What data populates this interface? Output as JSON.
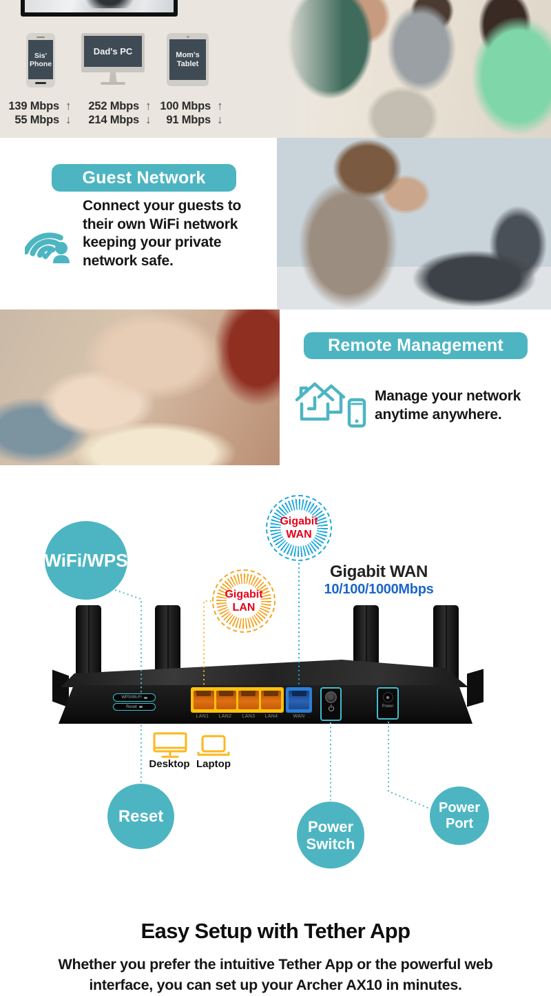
{
  "colors": {
    "teal": "#4db5c2",
    "badge_blue": "#1ba7dd",
    "badge_orange": "#f6a21e",
    "badge_red": "#e50019",
    "port_yellow": "#ffc20e",
    "wan_blue": "#2b7ed6",
    "speed_blue": "#1b66c9",
    "beige_bg": "#eae6df"
  },
  "speed_section": {
    "up_arrow": "↑",
    "down_arrow": "↓",
    "devices": [
      {
        "label": "Sis' Phone",
        "up": "139 Mbps",
        "down": "55 Mbps"
      },
      {
        "label": "Dad's PC",
        "up": "252 Mbps",
        "down": "214 Mbps"
      },
      {
        "label": "Mom's Tablet",
        "up": "100 Mbps",
        "down": "91 Mbps"
      }
    ]
  },
  "guest_network": {
    "title": "Guest Network",
    "description": "Connect your guests to their own WiFi network keeping your private network safe."
  },
  "remote_management": {
    "title": "Remote Management",
    "description": "Manage your network anytime anywhere."
  },
  "router": {
    "callouts": {
      "wifi_wps": "WiFi/WPS",
      "wan_badge": [
        "Gigabit",
        "WAN"
      ],
      "lan_badge": [
        "Gigabit",
        "LAN"
      ],
      "wan_title": "Gigabit WAN",
      "wan_speed": "10/100/1000Mbps",
      "reset": "Reset",
      "power_switch": [
        "Power",
        "Switch"
      ],
      "power_port": [
        "Power",
        "Port"
      ]
    },
    "rear_panel": {
      "wps_button": "WPS/Wi-Fi",
      "reset_button": "Reset",
      "lan_labels": [
        "LAN1",
        "LAN2",
        "LAN3",
        "LAN4"
      ],
      "wan_label": "WAN",
      "power_label": "Power"
    },
    "wired_devices": [
      "Desktop",
      "Laptop"
    ]
  },
  "easy_setup": {
    "title": "Easy Setup with Tether App",
    "description": "Whether you prefer the intuitive Tether App or the powerful web interface, you can set up your Archer AX10 in minutes."
  }
}
